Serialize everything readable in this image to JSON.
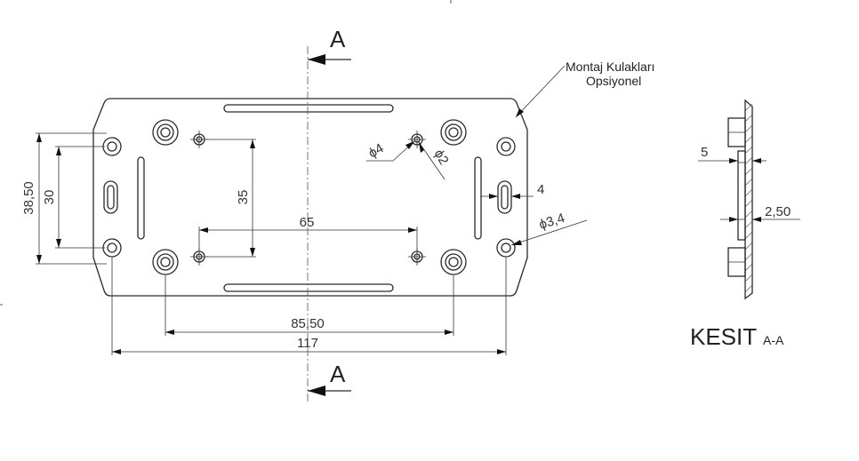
{
  "section_marker": {
    "label": "A"
  },
  "callout": {
    "line1": "Montaj Kulakları",
    "line2": "Opsiyonel"
  },
  "dimensions": {
    "height_outer": "38,50",
    "height_inner": "30",
    "hole_spacing_vertical": "35",
    "hole_spacing_horizontal": "65",
    "width_holes": "85,50",
    "width_total": "117",
    "hole_dia_small": "ϕ4",
    "hole_dia_inner": "ϕ2",
    "slot_width": "4",
    "hole_dia_mount": "ϕ3,4"
  },
  "section_view": {
    "title": "KESIT",
    "subtitle": "A-A",
    "dim_thickness": "5",
    "dim_plate": "2,50"
  },
  "colors": {
    "line": "#2a2a2a",
    "background": "#ffffff"
  }
}
